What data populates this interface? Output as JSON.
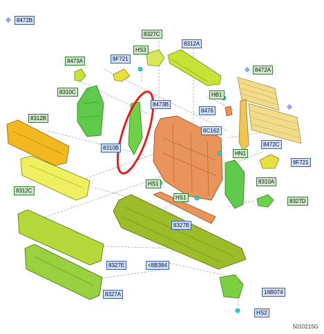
{
  "colors": {
    "lime": "#c9e23a",
    "yellow": "#f3e34a",
    "orange": "#e9945a",
    "olive": "#9cbc2a",
    "tan": "#f0dc8a",
    "highlight": "#e02020",
    "label_green_bg": "#cdebc9",
    "label_blue_bg": "#cfe0ff",
    "fastener": "#2fd0d0"
  },
  "labels": {
    "l8472B_top": "8472B",
    "l8327C": "8327C",
    "l8312A": "8312A",
    "lHS3": "HS3",
    "l9F721_top": "9F721",
    "l8473A": "8473A",
    "l8472A": "8472A",
    "l8310C": "8310C",
    "lHB1": "HB1",
    "l8473B": "8473B",
    "l8476": "8476",
    "l8312B": "8312B",
    "l8C162": "8C162",
    "l8472C": "8472C",
    "l8310B": "8310B",
    "lHN1": "HN1",
    "l9F721_right": "9F721",
    "l8310A": "8310A",
    "lHS1_left": "HS1",
    "l8312C": "8312C",
    "lHS1_mid": "HS1",
    "l8327D": "8327D",
    "l8327B": "8327B",
    "l8327E": "8327E",
    "l8B384": "<8B384",
    "l8327A": "8327A",
    "l16B074": "16B074",
    "lHS2": "HS2"
  },
  "figure_code": "5010215G"
}
